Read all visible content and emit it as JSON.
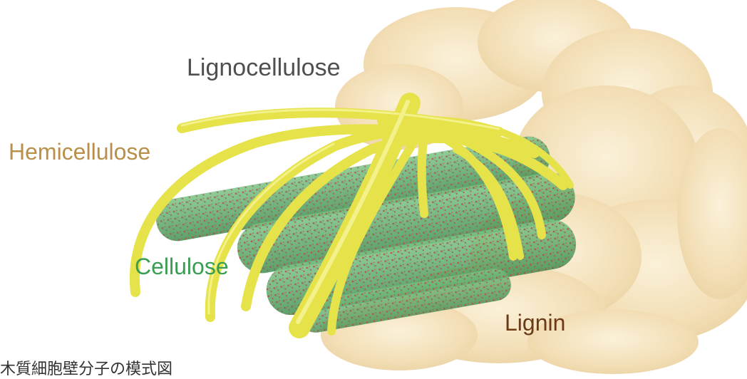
{
  "labels": {
    "lignocellulose": "Lignocellulose",
    "hemicellulose": "Hemicellulose",
    "cellulose": "Cellulose",
    "lignin": "Lignin"
  },
  "caption": "木質細胞壁分子の模式図",
  "colors": {
    "lignin_blob": "#f4e0b8",
    "hemicellulose_strand": "#e6e24a",
    "cellulose_fiber": "#4aa05a",
    "atom_red": "#c8342a",
    "label_lignocellulose": "#4f4f4f",
    "label_hemicellulose": "#b8904a",
    "label_cellulose": "#3a9e52",
    "label_lignin": "#6b3a18"
  }
}
